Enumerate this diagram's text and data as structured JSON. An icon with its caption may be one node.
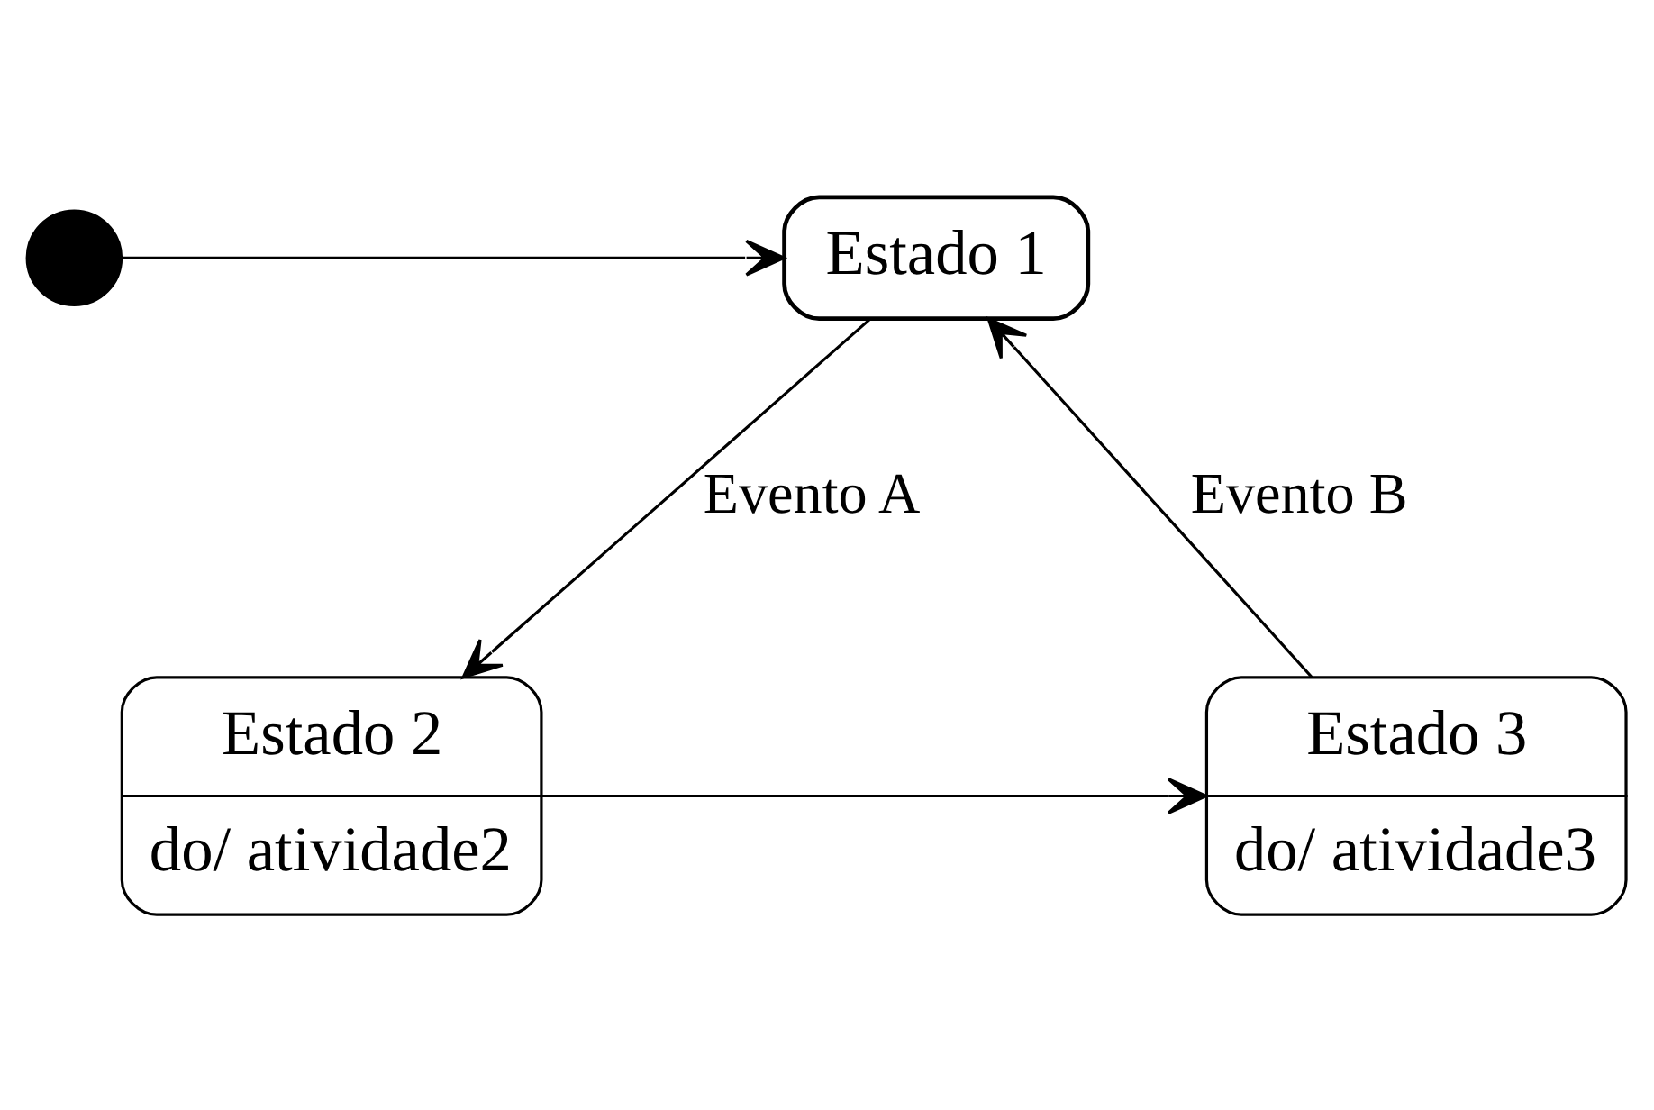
{
  "diagram": {
    "nodes": [
      {
        "text": [],
        "shape": "circle"
      },
      {
        "text": [
          "Estado 1"
        ]
      },
      {
        "text": [
          "Estado 2",
          "do/ atividade2"
        ]
      },
      {
        "text": [
          "Estado 3",
          "do/ atividade3"
        ]
      }
    ],
    "edges": [
      {
        "from": 0,
        "to": 1,
        "arrow": "to"
      },
      {
        "from": 1,
        "to": 2,
        "arrow": "to",
        "label": "Evento A"
      },
      {
        "from": 2,
        "to": 3,
        "arrow": "to"
      },
      {
        "from": 3,
        "to": 1,
        "arrow": "to",
        "label": "Evento B"
      }
    ]
  }
}
